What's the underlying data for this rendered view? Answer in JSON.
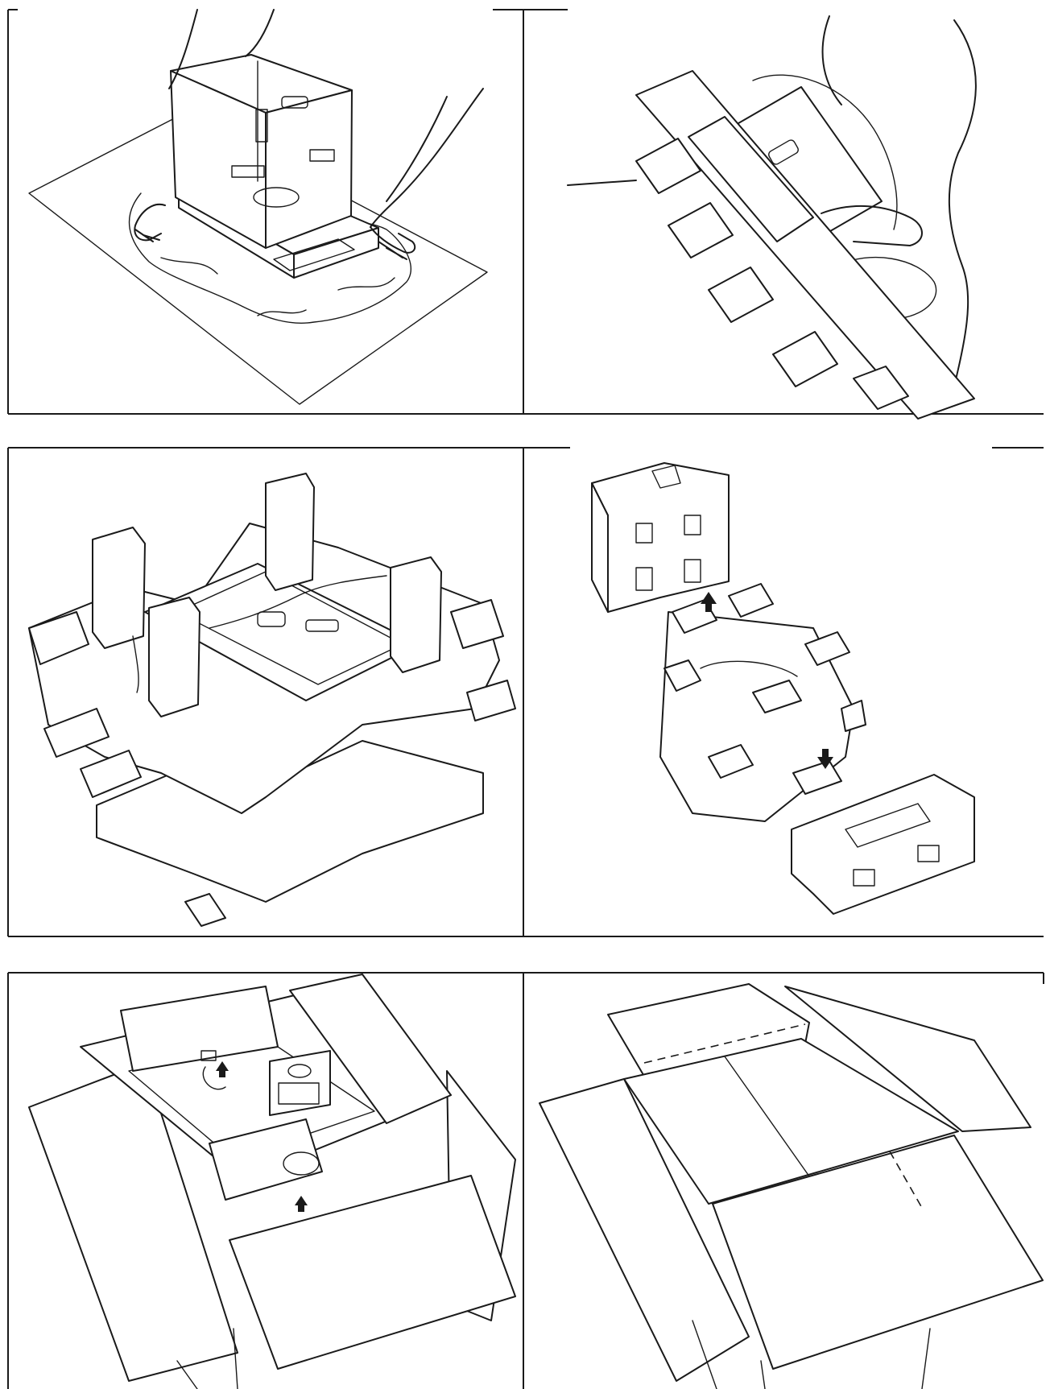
{
  "document": {
    "panels": [
      {
        "id": "p1",
        "icon": "balance-on-bag-icon"
      },
      {
        "id": "p2",
        "icon": "carry-in-foam-icon"
      },
      {
        "id": "p3",
        "icon": "foam-packing-icon"
      },
      {
        "id": "p4",
        "icon": "foam-parts-exploded-icon"
      },
      {
        "id": "p5",
        "icon": "open-box-accessories-icon"
      },
      {
        "id": "p6",
        "icon": "empty-box-icon"
      }
    ],
    "colors": {
      "ink": "#1a1a1a",
      "paper": "#ffffff"
    }
  }
}
